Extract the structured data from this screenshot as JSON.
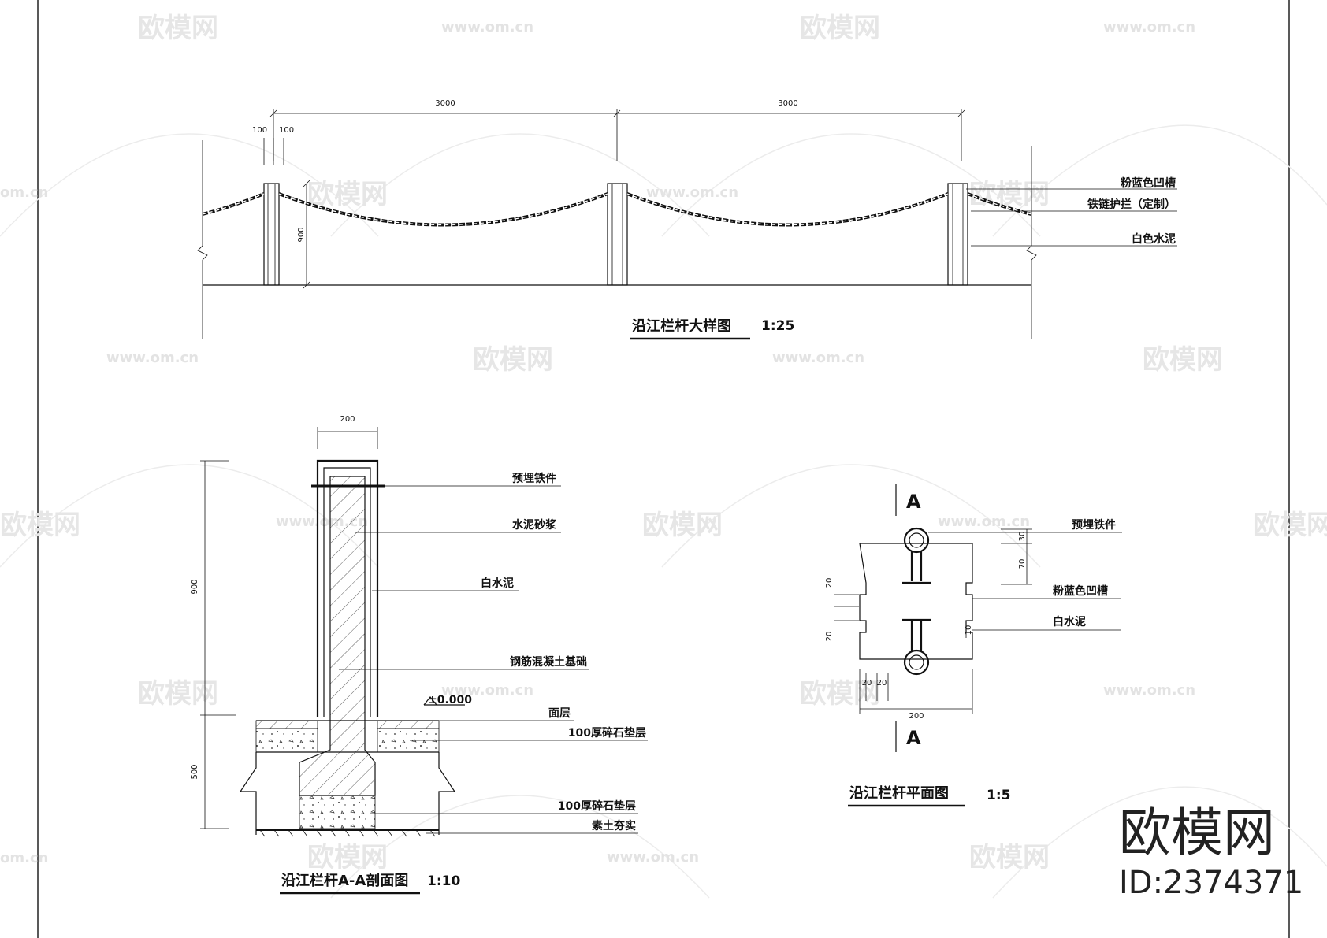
{
  "watermark": {
    "logo_text": "欧模网",
    "url_text": "www.om.cn",
    "url_partial": "om.cn"
  },
  "brand": {
    "name": "欧模网",
    "id": "ID:2374371"
  },
  "elevation": {
    "title": "沿江栏杆大样图",
    "scale": "1:25",
    "dims": {
      "span_left": "3000",
      "span_right": "3000",
      "post_a": "100",
      "post_b": "100",
      "height": "900"
    },
    "labels": {
      "groove": "粉蓝色凹槽",
      "chain": "铁链护拦（定制）",
      "cement": "白色水泥"
    }
  },
  "section": {
    "title": "沿江栏杆A-A剖面图",
    "scale": "1:10",
    "dims": {
      "width": "200",
      "height": "900",
      "foundation": "500"
    },
    "level": "±0.000",
    "labels": {
      "embedded_iron": "预埋铁件",
      "mortar": "水泥砂浆",
      "white_cement": "白水泥",
      "rc_foundation": "钢筋混凝土基础",
      "surface": "面层",
      "gravel_top": "100厚碎石垫层",
      "gravel_bottom": "100厚碎石垫层",
      "compacted_soil": "素土夯实"
    }
  },
  "plan": {
    "title": "沿江栏杆平面图",
    "scale": "1:5",
    "section_mark": "A",
    "dims": {
      "d30": "30",
      "d70": "70",
      "d20a": "20",
      "d20b": "20",
      "d20c": "20",
      "d20d": "20",
      "d10": "10",
      "width": "200"
    },
    "labels": {
      "embedded_iron": "预埋铁件",
      "groove": "粉蓝色凹槽",
      "white_cement": "白水泥"
    }
  }
}
